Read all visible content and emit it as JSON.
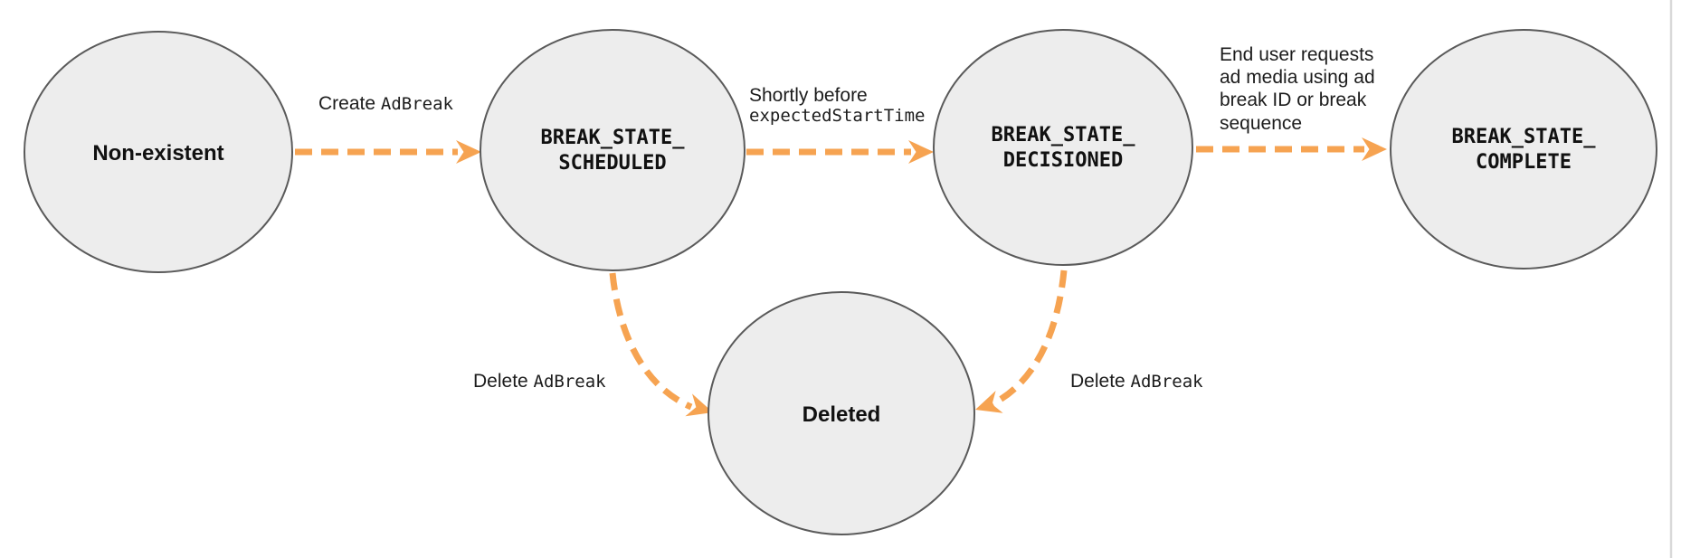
{
  "diagram": {
    "title_semantic": "ad-break-state-machine",
    "colors": {
      "background": "#ffffff",
      "node_fill": "#ededed",
      "node_stroke": "#5a5a5a",
      "arrow_orange": "#f6a351",
      "label_text": "#1c1c1c",
      "node_text": "#111111",
      "right_edge_rule": "#d9d9d9"
    },
    "nodes": [
      {
        "id": "non-existent",
        "label": "Non-existent"
      },
      {
        "id": "break-state-scheduled",
        "line1": "BREAK_STATE_",
        "line2": "SCHEDULED"
      },
      {
        "id": "break-state-decisioned",
        "line1": "BREAK_STATE_",
        "line2": "DECISIONED"
      },
      {
        "id": "break-state-complete",
        "line1": "BREAK_STATE_",
        "line2": "COMPLETE"
      },
      {
        "id": "deleted",
        "label": "Deleted"
      }
    ],
    "edges": [
      {
        "from": "non-existent",
        "to": "break-state-scheduled",
        "label_plain": "Create ",
        "label_code": "AdBreak"
      },
      {
        "from": "break-state-scheduled",
        "to": "break-state-decisioned",
        "label_line1": "Shortly before",
        "label_line2_code": "expectedStartTime"
      },
      {
        "from": "break-state-decisioned",
        "to": "break-state-complete",
        "label_lines": [
          "End user requests",
          "ad media using ad",
          "break ID or break",
          "sequence"
        ]
      },
      {
        "from": "break-state-scheduled",
        "to": "deleted",
        "label_plain": "Delete ",
        "label_code": "AdBreak"
      },
      {
        "from": "break-state-decisioned",
        "to": "deleted",
        "label_plain": "Delete ",
        "label_code": "AdBreak"
      }
    ]
  }
}
